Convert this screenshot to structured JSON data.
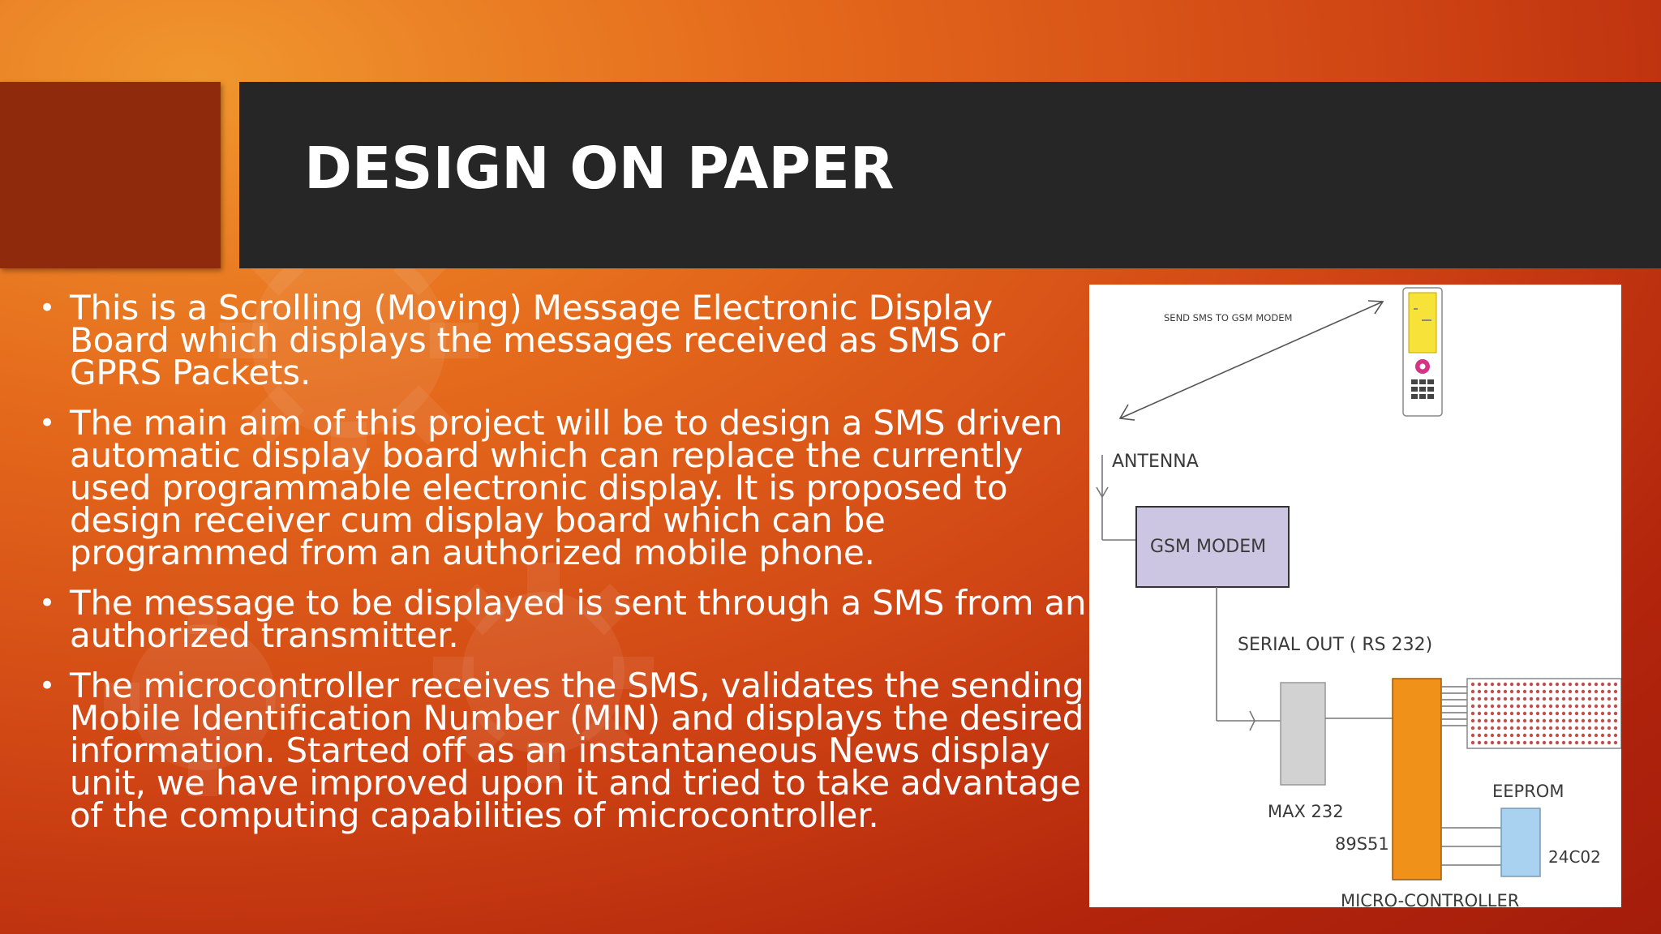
{
  "slide": {
    "title": "DESIGN ON PAPER",
    "bullets": [
      "This is a Scrolling (Moving) Message Electronic Display Board which displays the messages received as SMS or GPRS Packets.",
      "The main aim of this project will be to design a SMS driven automatic display board which can replace the currently used programmable electronic display. It is proposed to design receiver cum display board which can be programmed from an authorized mobile phone.",
      "The message to be displayed is sent through a SMS from an authorized transmitter.",
      "The microcontroller receives the SMS, validates the sending Mobile Identification Number (MIN) and displays the desired information. Started off as an instantaneous News display unit, we have improved upon it and tried to take advantage of the computing capabilities of microcontroller."
    ],
    "bullet_glyph": "•"
  },
  "diagram": {
    "send_sms_label": "SEND SMS TO GSM MODEM",
    "antenna_label": "ANTENNA",
    "gsm_modem_label": "GSM MODEM",
    "serial_out_label": "SERIAL OUT ( RS 232)",
    "max232_label": "MAX 232",
    "mcu_label": "89S51",
    "eeprom_label": "EEPROM",
    "eeprom_chip_label": "24C02",
    "microcontroller_label": "MICRO-CONTROLLER",
    "colors": {
      "gsm_modem_fill": "#ccc6e3",
      "max232_fill": "#d2d2d2",
      "mcu_fill": "#f0921a",
      "eeprom_fill": "#a9d1f0",
      "led_dot": "#c0504d",
      "phone_screen": "#f7e23a",
      "phone_button": "#d63384"
    }
  },
  "colors": {
    "title_bar": "#262626",
    "accent_block": "#8f2a0c",
    "text": "#ffffff"
  }
}
